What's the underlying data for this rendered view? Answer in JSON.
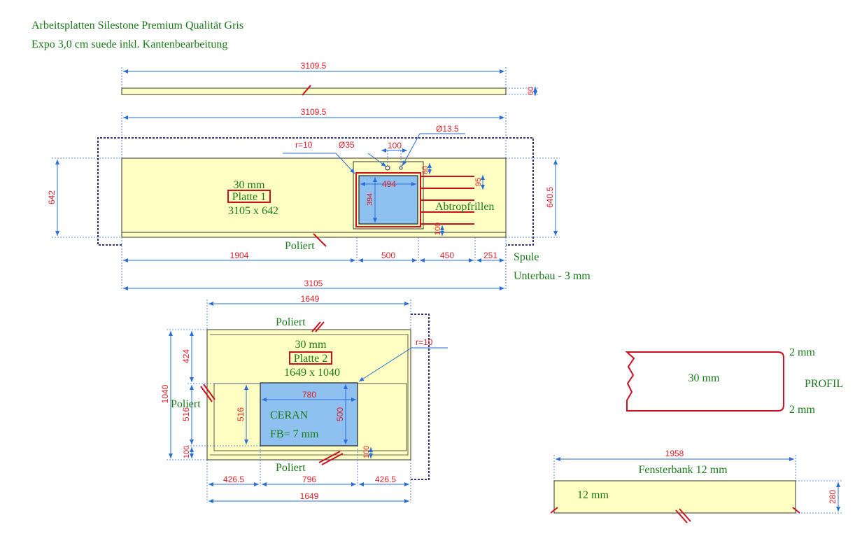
{
  "header": {
    "line1": "Arbeitsplatten Silestone Premium Qualität Gris",
    "line2": "Expo 3,0 cm suede inkl. Kantenbearbeitung"
  },
  "edge_strip": {
    "length": "3109.5",
    "height": "60"
  },
  "plate1": {
    "top_length": "3109.5",
    "thickness": "30 mm",
    "name": "Platte 1",
    "size": "3105 x 642",
    "left_height": "642",
    "right_height": "640.5",
    "radius": "r=10",
    "hole_large": "Ø35",
    "hole_spacing": "100",
    "hole_small": "Ø13.5",
    "offset_top": "60",
    "sink_width": "494",
    "sink_height": "394",
    "groove_spacing": "95",
    "groove_label": "Abtropfrillen",
    "groove_bottom": "100",
    "polished": "Poliert",
    "seg1": "1904",
    "seg2": "500",
    "seg3": "450",
    "seg4": "251",
    "total": "3105",
    "sink_label": "Spule",
    "undermount": "Unterbau - 3 mm"
  },
  "plate2": {
    "top_length": "1649",
    "polished_top": "Poliert",
    "thickness": "30 mm",
    "name": "Platte 2",
    "size": "1649 x 1040",
    "radius": "r=10",
    "height": "1040",
    "seg_top": "424",
    "seg_mid": "516",
    "seg_bottom": "100",
    "polished_left": "Poliert",
    "cut_height_left": "516",
    "cut_width": "780",
    "cut_height_right": "500",
    "cut_label": "CERAN",
    "cut_sub": "FB= 7 mm",
    "cut_bottom": "100",
    "polished_bottom": "Poliert",
    "bseg1": "426.5",
    "bseg2": "796",
    "bseg3": "426.5",
    "bottom_total": "1649"
  },
  "profile": {
    "top": "2 mm",
    "thickness": "30 mm",
    "label": "PROFIL",
    "bottom": "2 mm"
  },
  "windowsill": {
    "length": "1958",
    "title": "Fensterbank 12 mm",
    "thickness": "12 mm",
    "depth": "280"
  }
}
